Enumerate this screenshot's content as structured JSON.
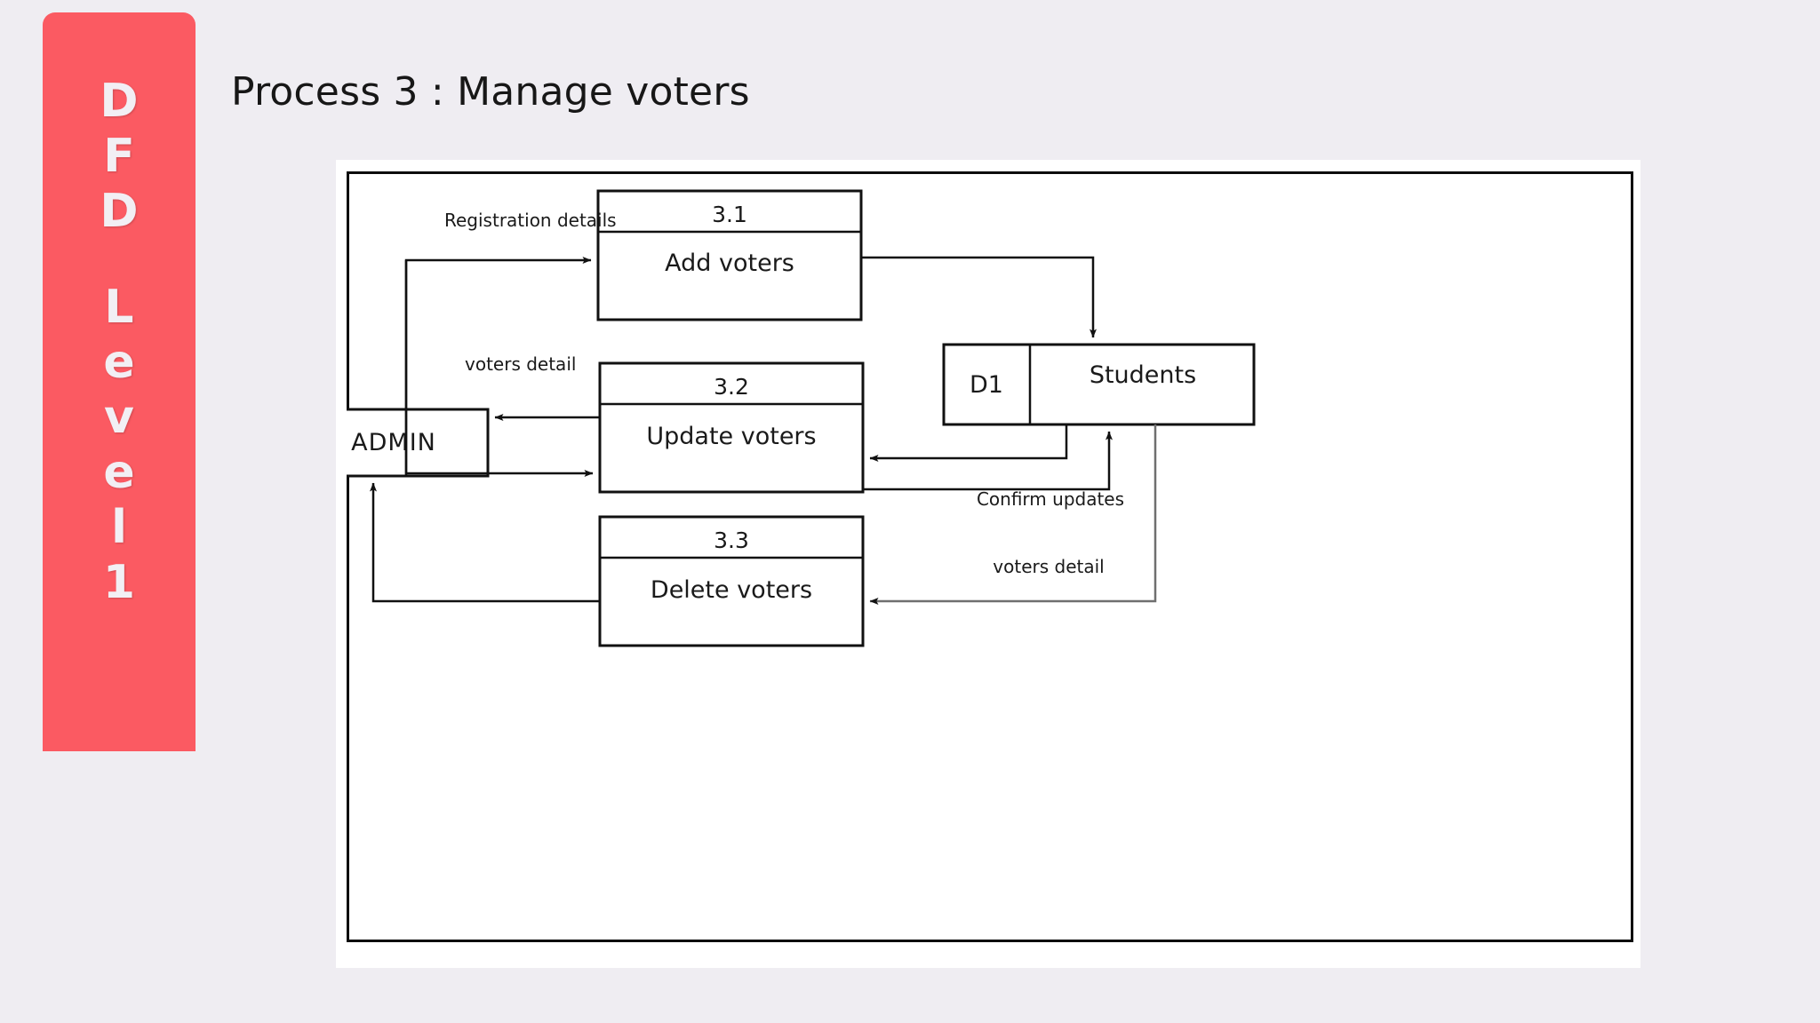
{
  "slide": {
    "title": "Process 3 : Manage voters",
    "background_color": "#efedf2",
    "plate_color": "#ffffff"
  },
  "side_banner": {
    "accent_color": "#fb5a62",
    "text_color": "#f2eff4",
    "line1": "DFD",
    "line2": "Level 1",
    "line1_letters": [
      "D",
      "F",
      "D"
    ],
    "line2_letters": [
      "L",
      "e",
      "v",
      "e",
      "l",
      "1"
    ]
  },
  "diagram": {
    "type": "data-flow-diagram",
    "level": "1",
    "processes": [
      {
        "id": "3.1",
        "number": "3.1",
        "name": "Add voters"
      },
      {
        "id": "3.2",
        "number": "3.2",
        "name": "Update voters"
      },
      {
        "id": "3.3",
        "number": "3.3",
        "name": "Delete voters"
      }
    ],
    "external_entities": [
      {
        "id": "admin",
        "name": "ADMIN"
      }
    ],
    "data_stores": [
      {
        "id": "D1",
        "code": "D1",
        "name": "Students"
      }
    ],
    "data_flows": [
      {
        "from": "admin",
        "to": "3.1",
        "label": "Registration details"
      },
      {
        "from": "3.1",
        "to": "D1",
        "label": ""
      },
      {
        "from": "3.2",
        "to": "admin",
        "label": "voters detail"
      },
      {
        "from": "admin",
        "to": "3.2",
        "label": ""
      },
      {
        "from": "D1",
        "to": "3.2",
        "label": ""
      },
      {
        "from": "3.2",
        "to": "D1",
        "label": "Confirm updates"
      },
      {
        "from": "D1",
        "to": "3.3",
        "label": "voters detail"
      },
      {
        "from": "3.3",
        "to": "admin",
        "label": ""
      }
    ],
    "flow_labels": [
      {
        "id": "registration-details",
        "text": "Registration details"
      },
      {
        "id": "voters-detail-top",
        "text": "voters detail"
      },
      {
        "id": "confirm-updates",
        "text": "Confirm updates"
      },
      {
        "id": "voters-detail-bottom",
        "text": "voters detail"
      }
    ]
  }
}
